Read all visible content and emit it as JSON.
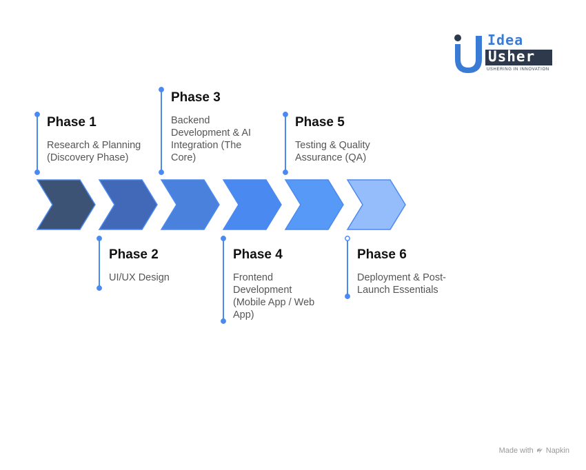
{
  "logo": {
    "word1": "Idea",
    "word2": "Usher",
    "tagline": "USHERING IN INNOVATION",
    "colors": {
      "blue": "#3a7bd5",
      "dark": "#2e3a4b"
    }
  },
  "phases": [
    {
      "title": "Phase 1",
      "desc": "Research & Planning (Discovery Phase)",
      "color": "#3d5375",
      "position": "top"
    },
    {
      "title": "Phase 2",
      "desc": "UI/UX Design",
      "color": "#4268b8",
      "position": "bottom"
    },
    {
      "title": "Phase 3",
      "desc": "Backend Development & AI Integration (The Core)",
      "color": "#4a81dc",
      "position": "top"
    },
    {
      "title": "Phase 4",
      "desc": "Frontend Development (Mobile App / Web App)",
      "color": "#4a8af0",
      "position": "bottom"
    },
    {
      "title": "Phase 5",
      "desc": "Testing & Quality Assurance (QA)",
      "color": "#5699f7",
      "position": "top"
    },
    {
      "title": "Phase 6",
      "desc": "Deployment & Post-Launch Essentials",
      "color": "#95bdfb",
      "position": "bottom"
    }
  ],
  "accent": "#4a8af0",
  "footer": {
    "made_with": "Made with",
    "brand": "Napkin"
  }
}
